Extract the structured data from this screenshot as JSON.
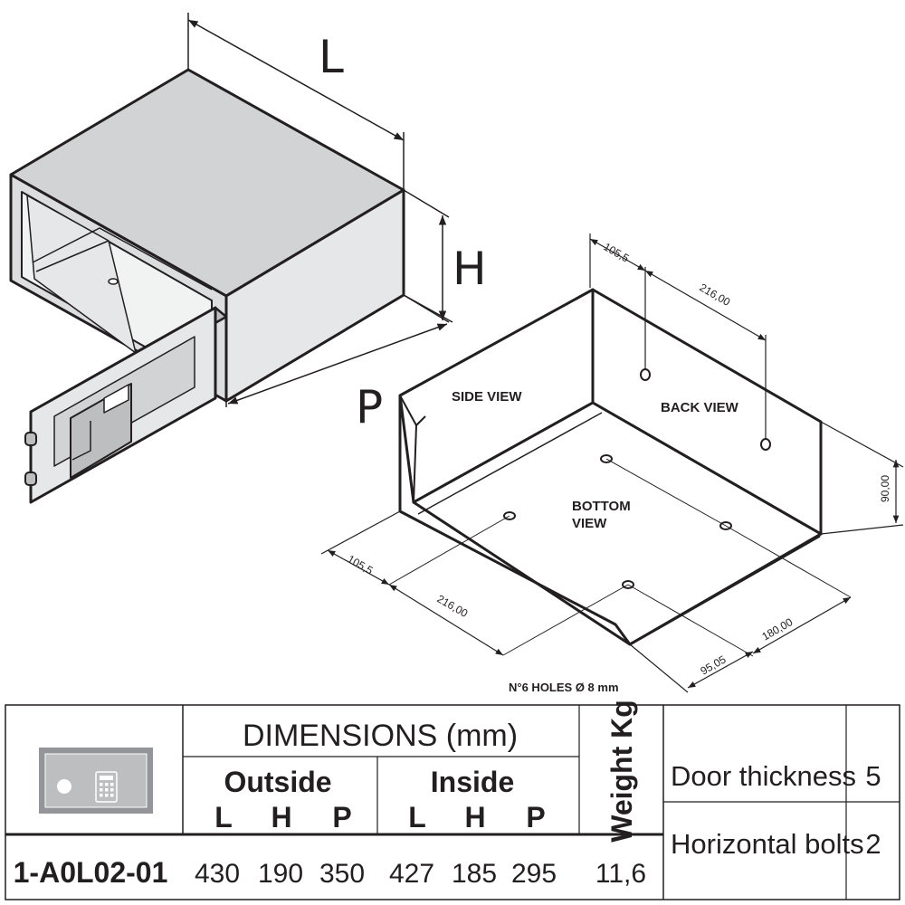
{
  "diagram": {
    "safe_labels": {
      "length": "L",
      "height": "H",
      "depth": "P"
    },
    "views": {
      "side": "SIDE VIEW",
      "back": "BACK VIEW",
      "bottom_line1": "BOTTOM",
      "bottom_line2": "VIEW"
    },
    "back_dims": {
      "edge_offset": "105,5",
      "hole_spacing": "216,00",
      "height": "90,00"
    },
    "bottom_dims": {
      "edge_offset": "105,5",
      "hole_spacing": "216,00",
      "depth_spacing": "180,00",
      "front_offset": "95,05"
    },
    "holes_note": "N°6 HOLES Ø 8 mm"
  },
  "table": {
    "header": "DIMENSIONS (mm)",
    "outside_label": "Outside",
    "inside_label": "Inside",
    "col_L": "L",
    "col_H": "H",
    "col_P": "P",
    "weight_label": "Weight Kg",
    "model": "1-A0L02-01",
    "outside_values": {
      "L": "430",
      "H": "190",
      "P": "350"
    },
    "inside_values": {
      "L": "427",
      "H": "185",
      "P": "295"
    },
    "weight": "11,6",
    "door_thickness_label": "Door thickness",
    "door_thickness_value": "5",
    "bolts_label": "Horizontal bolts",
    "bolts_value": "2"
  },
  "colors": {
    "ink": "#231f20",
    "panel_light": "#e6e7e8",
    "panel_mid": "#d1d3d4",
    "panel_dark": "#bcbec0",
    "icon_bg": "#939598"
  }
}
